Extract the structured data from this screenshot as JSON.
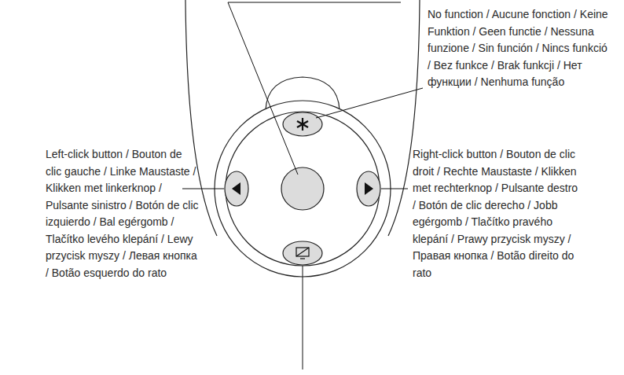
{
  "diagram": {
    "labels": [
      "No function / Aucune fonction / Keine Funktion / Geen functie / Nessuna funzione / Sin función / Nincs funkció / Bez funkce / Brak funkcji / Нет функции / Nenhuma função",
      "Left-click button / Bouton de clic gauche / Linke Maustaste / Klikken met linkerknop / Pulsante sinistro / Botón de clic izquierdo / Bal egérgomb / Tlačítko levého klepání / Lewy przycisk myszy / Левая кнопка / Botão esquerdo do rato",
      "Right-click button / Bouton de clic droit / Rechte Maustaste / Klikken met rechterknop / Pulsante destro / Botón de clic derecho / Jobb egérgomb / Tlačítko pravého klepání / Prawy przycisk myszy / Правая кнопка / Botão direito do rato"
    ]
  }
}
